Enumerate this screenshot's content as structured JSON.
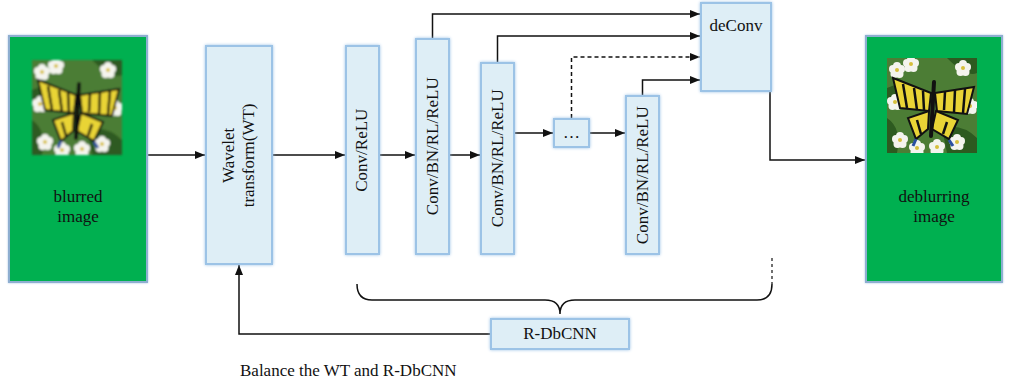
{
  "diagram": {
    "nodes": [
      {
        "text": [
          "blurred image"
        ]
      },
      {
        "text": [
          "Wavelet transform(WT)"
        ]
      },
      {
        "text": [
          "Conv/ReLU"
        ]
      },
      {
        "text": [
          "Conv/BN/RL/ReLU"
        ]
      },
      {
        "text": [
          "Conv/BN/RL/ReLU"
        ]
      },
      {
        "text": [
          "…"
        ]
      },
      {
        "text": [
          "Conv/BN/RL/ReLU"
        ]
      },
      {
        "text": [
          "deConv"
        ]
      },
      {
        "text": [
          "deblurring image"
        ]
      },
      {
        "text": [
          "R-DbCNN"
        ]
      }
    ],
    "edges": [
      {
        "from": 0,
        "to": 1,
        "arrow": "to"
      },
      {
        "from": 1,
        "to": 2,
        "arrow": "to"
      },
      {
        "from": 2,
        "to": 3,
        "arrow": "to"
      },
      {
        "from": 3,
        "to": 4,
        "arrow": "to"
      },
      {
        "from": 4,
        "to": 5,
        "arrow": "to"
      },
      {
        "from": 5,
        "to": 6,
        "arrow": "to"
      },
      {
        "from": 3,
        "to": 7,
        "arrow": "to"
      },
      {
        "from": 4,
        "to": 7,
        "arrow": "to"
      },
      {
        "from": 5,
        "to": 7,
        "arrow": "to"
      },
      {
        "from": 6,
        "to": 7,
        "arrow": "to"
      },
      {
        "from": 7,
        "to": 8,
        "arrow": "to"
      },
      {
        "from": 9,
        "to": 1,
        "arrow": "to"
      }
    ],
    "labels": [
      "Balance the WT and R-DbCNN"
    ]
  }
}
